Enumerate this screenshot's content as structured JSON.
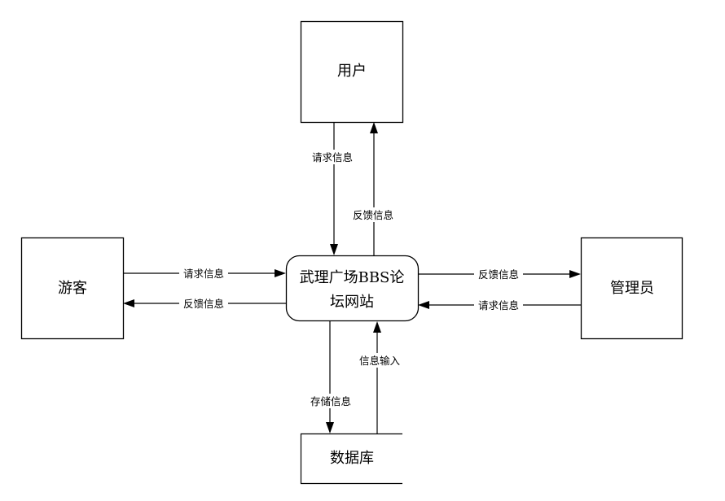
{
  "diagram": {
    "type": "data-flow-diagram",
    "center_process": {
      "line1": "武理广场BBS论",
      "line2": "坛网站"
    },
    "entities": {
      "user": "用户",
      "visitor": "游客",
      "admin": "管理员"
    },
    "data_store": "数据库",
    "flows": {
      "user_to_system": "请求信息",
      "system_to_user": "反馈信息",
      "visitor_to_system": "请求信息",
      "system_to_visitor": "反馈信息",
      "system_to_admin": "反馈信息",
      "admin_to_system": "请求信息",
      "system_to_db": "存储信息",
      "db_to_system": "信息输入"
    }
  }
}
